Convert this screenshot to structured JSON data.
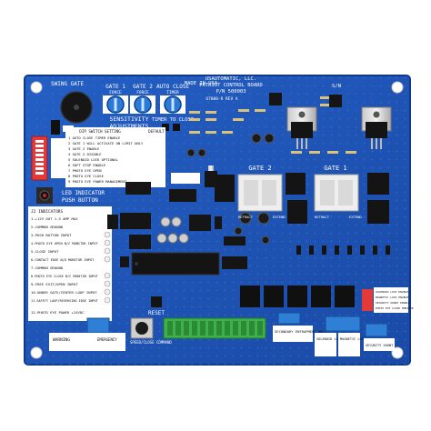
{
  "board": {
    "maker": "USAUTOMATIC, LLC.",
    "product": "PATRIOT CONTROL BOARD",
    "part_number": "P/N 500003",
    "revision": "U7000-R REV A",
    "made_in": "MADE IN USA",
    "swing_gate": "SWING GATE",
    "sn": "S/N"
  },
  "knobs": {
    "gate1_title": "GATE 1",
    "gate1_sub": "FORCE",
    "gate2_title": "GATE 2",
    "gate2_sub": "FORCE",
    "autoclose_title": "AUTO CLOSE",
    "autoclose_sub": "TIMER",
    "sensitivity": "SENSITIVITY",
    "adjustments": "ADJUSTMENTS",
    "timer_to_close": "TIMER TO CLOSE"
  },
  "dip_table": {
    "header": "DIP SWITCH SETTING",
    "default_header": "DEFAULT",
    "rows": [
      "1 AUTO CLOSE TIMER ENABLE",
      "2 GATE 1 WILL ACTIVATE ON LIMIT ONLY",
      "3 GATE 2 ENABLE",
      "4 GATE 2 DISABLE",
      "5 SOLENOID LOCK OPTIONAL",
      "6 SOFT STOP ENABLE",
      "7 PHOTO EYE OPEN",
      "8 PHOTO EYE CLOSE",
      "9 PHOTO EYE POWER MANAGEMENT"
    ]
  },
  "indicator": {
    "led": "LED INDICATOR",
    "push": "PUSH BUTTON"
  },
  "j2_list": {
    "header": "J2 INDICATORS",
    "rows": [
      "1-+12V OUT 1.5 AMP MAX",
      "2-COMMON GROUND",
      "3-PUSH BUTTON INPUT",
      "4-PHOTO EYE OPEN  N/C MONITOR INPUT",
      "5-CLOSE INPUT",
      "6-CONTACT EDGE  N/O MONITOR INPUT",
      "7-COMMON GROUND",
      "8-PHOTO EYE CLOSE N/C MONITOR INPUT",
      "9-FREE EXIT/OPEN INPUT",
      "10-UNDER GATE/CENTER LOOP INPUT",
      "11-SAFETY LOOP/REVERSING EDGE INPUT",
      "12-PHOTO EYE POWER +24VDC"
    ]
  },
  "gates": {
    "gate2": "GATE 2",
    "gate1": "GATE 1",
    "retract": "RETRACT",
    "extend": "EXTEND"
  },
  "bottom": {
    "reset": "RESET",
    "warning": "WARNING",
    "emergency": "EMERGENCY",
    "open_close": "SPEED/CLOSE COMMAND",
    "secondary": "SECONDARY ENTRAPMENT ONLY",
    "security": "SECURITY SHUNT",
    "solenoid": "SOLENOID LOCK",
    "mag_lock": "MAGNETIC LOCK",
    "right_list": [
      "SOLENOID LOCK ENABLE",
      "MAGNETIC LOCK ENABLE",
      "SECURITY SHUNT ENABLE",
      "PHOTO EYE CLOSE MONITOR"
    ]
  },
  "colors": {
    "pcb": "#1f56b8",
    "terminal_green": "#3fb04b",
    "terminal_blue": "#2f7fd6",
    "relay": "#111111",
    "dip_red": "#e23a3a"
  }
}
